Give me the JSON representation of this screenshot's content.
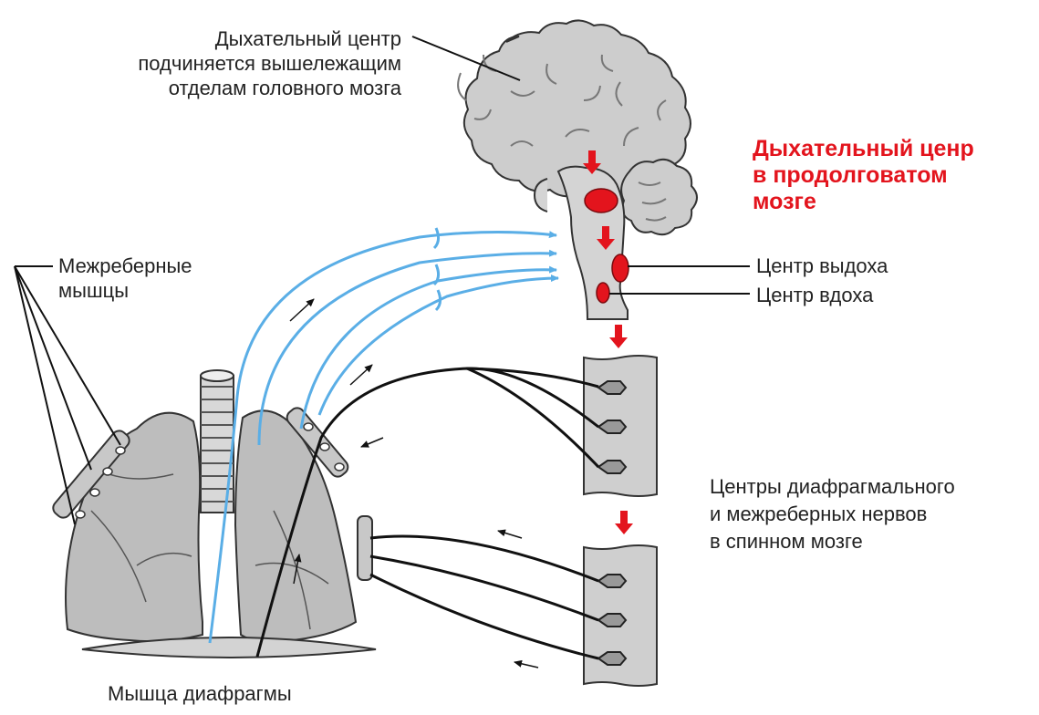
{
  "labels": {
    "higher_centers": {
      "lines": [
        "Дыхательный центр",
        "подчиняется вышележащим",
        "отделам головного мозга"
      ]
    },
    "medulla_center": {
      "lines": [
        "Дыхательный ценр",
        "в продолговатом",
        "мозге"
      ]
    },
    "exhale_center": "Центр выдоха",
    "inhale_center": "Центр вдоха",
    "intercostal_muscles": {
      "lines": [
        "Межреберные",
        "мышцы"
      ]
    },
    "spinal_centers": {
      "lines": [
        "Центры диафрагмального",
        "и межреберных нервов",
        "в спинном мозге"
      ]
    },
    "diaphragm_muscle": "Мышца диафрагмы"
  },
  "colors": {
    "accent_red": "#e3141d",
    "afferent_blue": "#5aaee6",
    "efferent_black": "#111111",
    "tissue_gray": "#c9c9c9"
  }
}
